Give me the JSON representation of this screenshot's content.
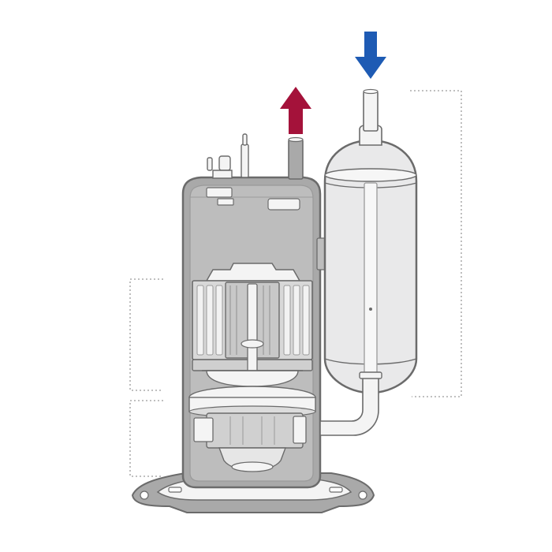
{
  "diagram": {
    "type": "rotary-compressor-cutaway",
    "colors": {
      "background": "#ffffff",
      "outline": "#6b6b6b",
      "outline_light": "#9a9a9a",
      "shell_fill": "#a9a9a9",
      "shell_inner": "#bdbdbd",
      "accumulator_fill": "#e9e9ea",
      "pipe_fill": "#f4f4f4",
      "bracket_dotted": "#9a9a9a",
      "discharge_arrow": "#a4123a",
      "suction_arrow": "#1e5bb4"
    },
    "arrows": {
      "discharge": {
        "icon": "arrow-up-icon",
        "direction": "up",
        "color": "#a4123a"
      },
      "suction": {
        "icon": "arrow-down-icon",
        "direction": "down",
        "color": "#1e5bb4"
      }
    },
    "components": [
      "compressor-shell",
      "motor-stator",
      "motor-rotor",
      "crankshaft",
      "compression-mechanism",
      "mounting-base",
      "discharge-pipe",
      "terminal-block",
      "accumulator",
      "accumulator-inner-pipe",
      "suction-connecting-pipe",
      "accumulator-bracket"
    ],
    "brackets": [
      "accumulator-bracket-right",
      "motor-bracket-left",
      "mechanism-bracket-left"
    ]
  }
}
